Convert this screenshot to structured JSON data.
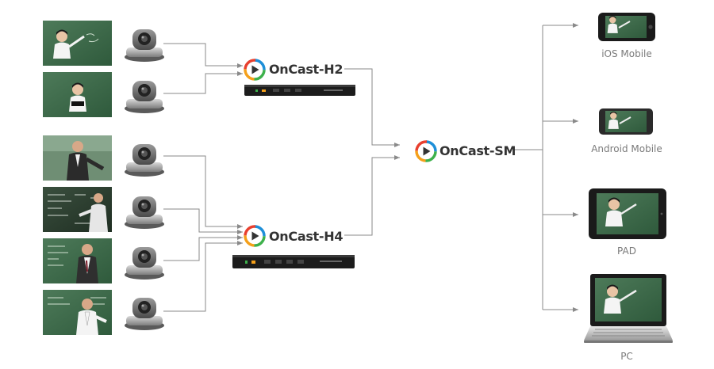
{
  "nodes": {
    "h2": {
      "label": "OnCast-H2"
    },
    "h4": {
      "label": "OnCast-H4"
    },
    "sm": {
      "label": "OnCast-SM"
    }
  },
  "devices": [
    {
      "label": "iOS Mobile"
    },
    {
      "label": "Android Mobile"
    },
    {
      "label": "PAD"
    },
    {
      "label": "PC"
    }
  ],
  "colors": {
    "line": "#8a8a8a",
    "label_text": "#7a7a7a",
    "logo_red": "#e8402f",
    "logo_blue": "#1e8fd8",
    "logo_green": "#3db14b",
    "logo_orange": "#f5a01a",
    "chalkboard": "#3f6a4c"
  },
  "icons": [
    "video-thumbnail",
    "ptz-camera-icon",
    "encoder-device-icon",
    "oncast-logo-icon",
    "iphone-icon",
    "android-phone-icon",
    "tablet-icon",
    "laptop-icon"
  ]
}
